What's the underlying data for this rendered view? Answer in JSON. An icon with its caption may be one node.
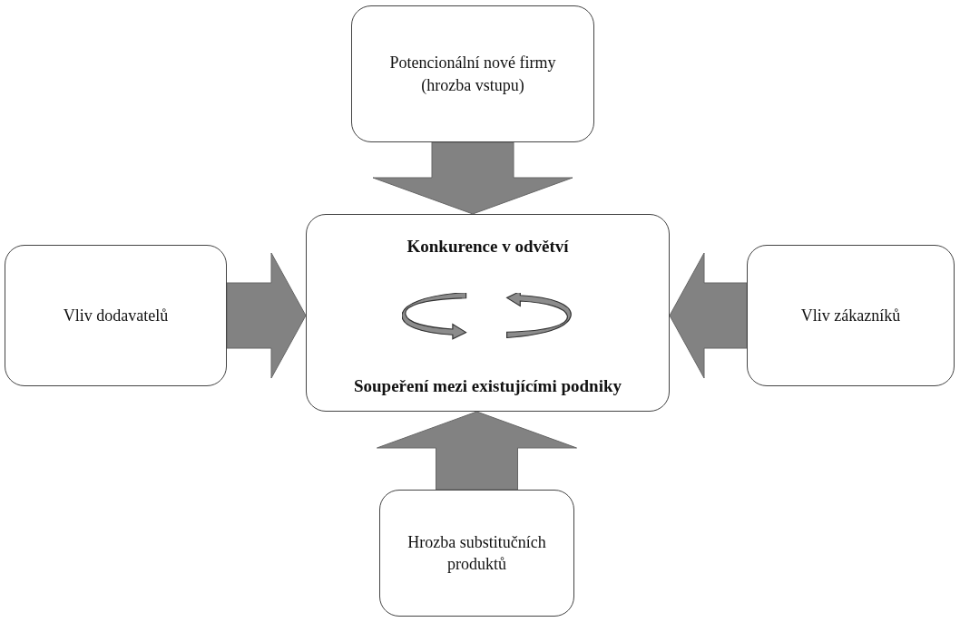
{
  "diagram": {
    "nodes": [
      {
        "text": [
          "Potencionální nové firmy (hrozba vstupu)"
        ]
      },
      {
        "text": [
          "Vliv dodavatelů"
        ]
      },
      {
        "text": [
          "Konkurence v odvětví",
          "Soupeření mezi existujícími podniky"
        ]
      },
      {
        "text": [
          "Vliv zákazníků"
        ]
      },
      {
        "text": [
          "Hrozba substitučních produktů"
        ]
      }
    ],
    "edges": [
      {
        "from": 0,
        "to": 2,
        "arrow": "to",
        "style": "thick"
      },
      {
        "from": 1,
        "to": 2,
        "arrow": "to",
        "style": "thick"
      },
      {
        "from": 3,
        "to": 2,
        "arrow": "to",
        "style": "thick"
      },
      {
        "from": 4,
        "to": 2,
        "arrow": "to",
        "style": "thick"
      }
    ]
  }
}
